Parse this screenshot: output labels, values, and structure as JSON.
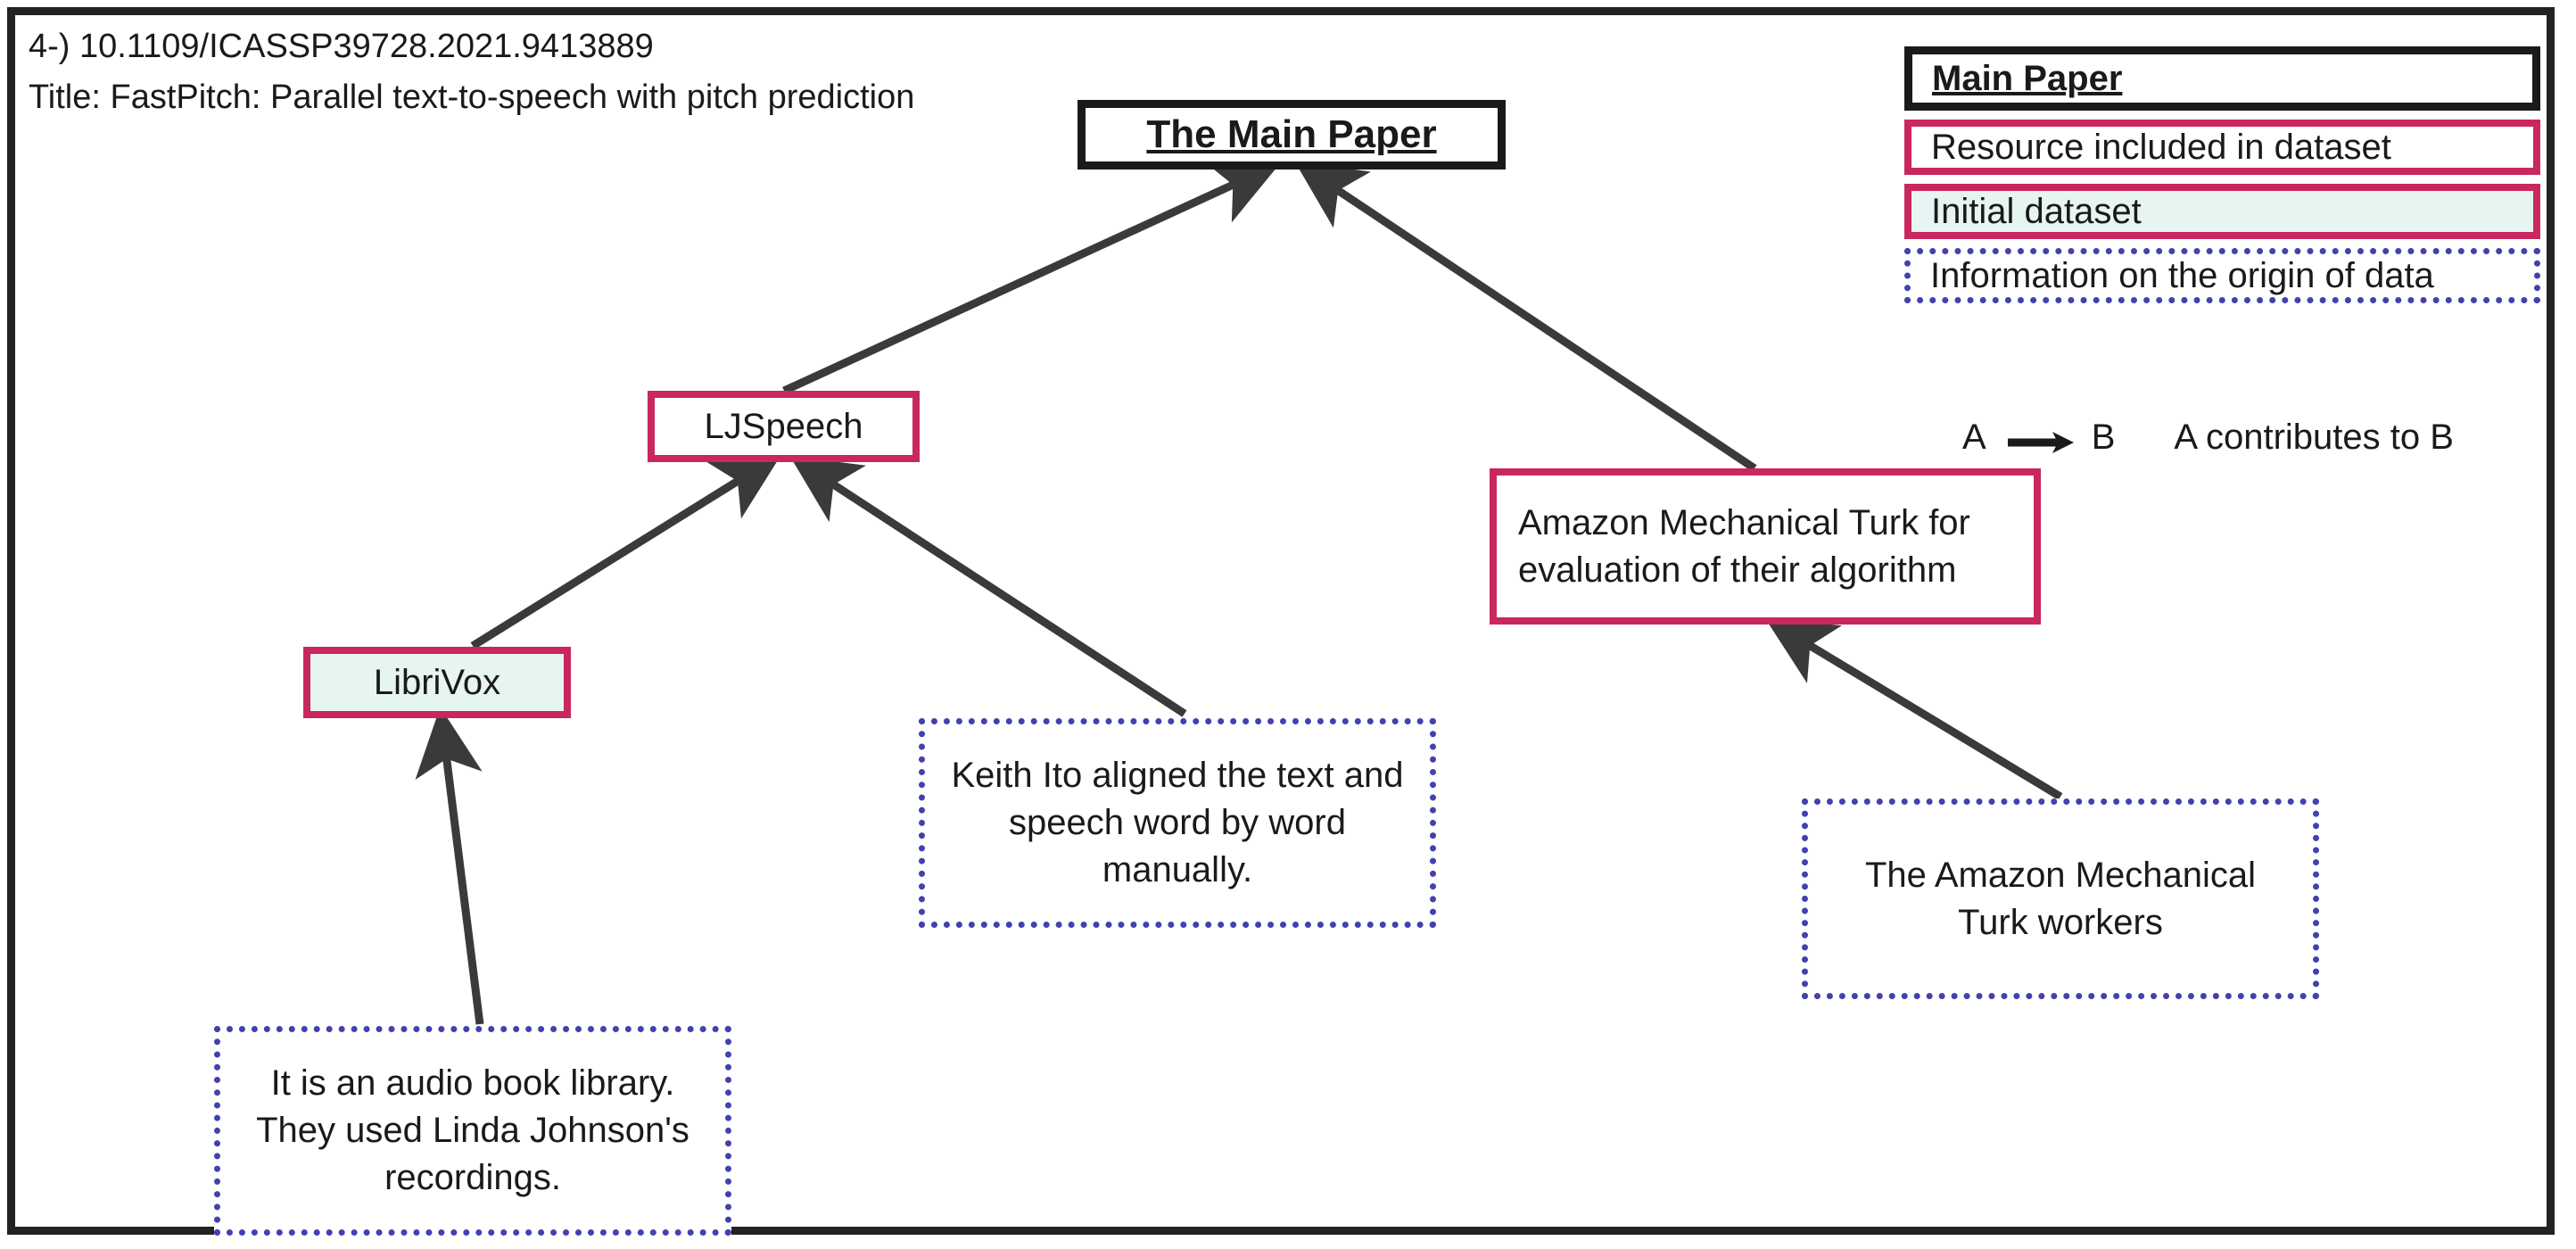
{
  "header": {
    "reference_line": "4-) 10.1109/ICASSP39728.2021.9413889",
    "title_line": "Title: FastPitch: Parallel text-to-speech with pitch prediction"
  },
  "legend": {
    "main_paper_label": "Main Paper",
    "resource_label": "Resource included in dataset",
    "initial_dataset_label": "Initial dataset",
    "information_label": "Information on the origin of data",
    "arrow_from": "A",
    "arrow_to": "B",
    "arrow_meaning": "A contributes to B",
    "arrow_icon": "right-arrow-icon"
  },
  "colors": {
    "main_paper_border": "#1a1a1a",
    "resource_border": "#C9275F",
    "initial_dataset_border": "#C9275F",
    "initial_dataset_fill": "#e6f4f2",
    "information_border": "#4141b0",
    "arrow_stroke": "#3a3a3a",
    "frame_border": "#222222",
    "background": "#ffffff"
  },
  "nodes": [
    {
      "id": "main-paper",
      "name": "node-the-main-paper",
      "label": "The Main Paper",
      "type": "main-paper"
    },
    {
      "id": "ljspeech",
      "name": "node-ljspeech",
      "label": "LJSpeech",
      "type": "resource"
    },
    {
      "id": "librivox",
      "name": "node-librivox",
      "label": "LibriVox",
      "type": "initial-dataset"
    },
    {
      "id": "amt",
      "name": "node-amazon-mechanical-turk",
      "label": "Amazon Mechanical Turk for evaluation of their algorithm",
      "type": "resource"
    },
    {
      "id": "keith-ito",
      "name": "node-keith-ito-note",
      "label": "Keith Ito aligned the text and speech word by word manually.",
      "type": "information"
    },
    {
      "id": "audio-book",
      "name": "node-librivox-note",
      "label": "It is an audio book library. They used Linda Johnson's recordings.",
      "type": "information"
    },
    {
      "id": "amt-workers",
      "name": "node-amt-workers-note",
      "label": "The Amazon Mechanical Turk workers",
      "type": "information"
    }
  ],
  "edges": [
    {
      "from": "ljspeech",
      "to": "main-paper",
      "name": "edge-ljspeech-to-main-paper"
    },
    {
      "from": "amt",
      "to": "main-paper",
      "name": "edge-amt-to-main-paper"
    },
    {
      "from": "librivox",
      "to": "ljspeech",
      "name": "edge-librivox-to-ljspeech"
    },
    {
      "from": "keith-ito",
      "to": "ljspeech",
      "name": "edge-keith-ito-to-ljspeech"
    },
    {
      "from": "audio-book",
      "to": "librivox",
      "name": "edge-audio-book-to-librivox"
    },
    {
      "from": "amt-workers",
      "to": "amt",
      "name": "edge-amt-workers-to-amt"
    }
  ]
}
